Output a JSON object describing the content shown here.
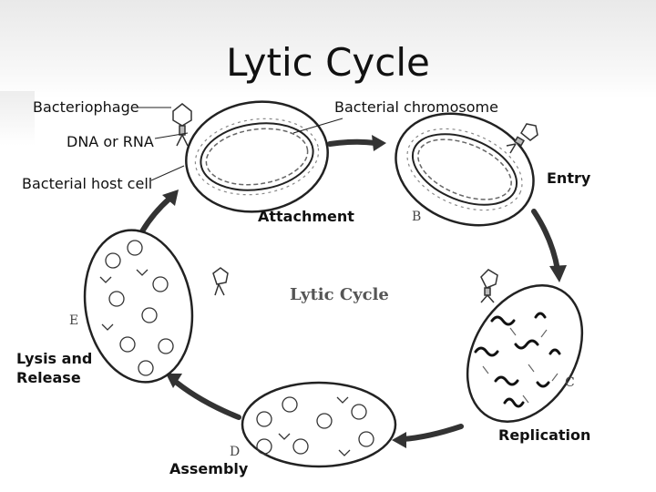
{
  "title": "Lytic Cycle",
  "center_label": "Lytic Cycle",
  "labels": {
    "bacteriophage": "Bacteriophage",
    "chromosome": "Bacterial chromosome",
    "dna": "DNA or RNA",
    "host_cell": "Bacterial host cell",
    "attachment": "Attachment",
    "entry": "Entry",
    "replication": "Replication",
    "assembly": "Assembly",
    "lysis_line1": "Lysis and",
    "lysis_line2": "Release"
  },
  "stage_letters": {
    "b": "B",
    "c": "C",
    "d": "D",
    "e": "E"
  }
}
